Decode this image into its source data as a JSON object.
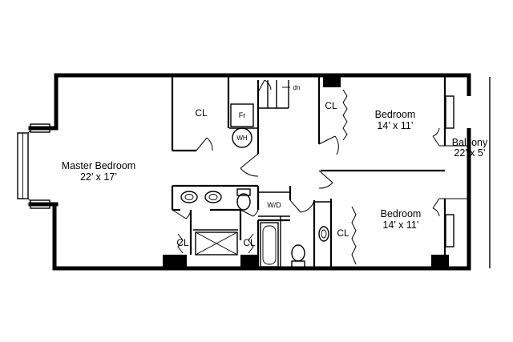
{
  "rooms": {
    "master": {
      "name": "Master Bedroom",
      "dims": "22’ x 17’"
    },
    "bedroom_upper": {
      "name": "Bedroom",
      "dims": "14’ x 11’"
    },
    "bedroom_lower": {
      "name": "Bedroom",
      "dims": "14’ x 11’"
    },
    "balcony": {
      "name": "Balcony",
      "dims": "22’ x 5’"
    }
  },
  "closets": {
    "cl_top": "CL",
    "cl_upper_bed": "CL",
    "cl_bath_left": "CL",
    "cl_bath_mid": "CL",
    "cl_lower_bed": "CL"
  },
  "fixtures": {
    "fridge": "Fr",
    "water_heater": "WH",
    "washer_dryer": "W/D",
    "stairs_down": "dn"
  }
}
